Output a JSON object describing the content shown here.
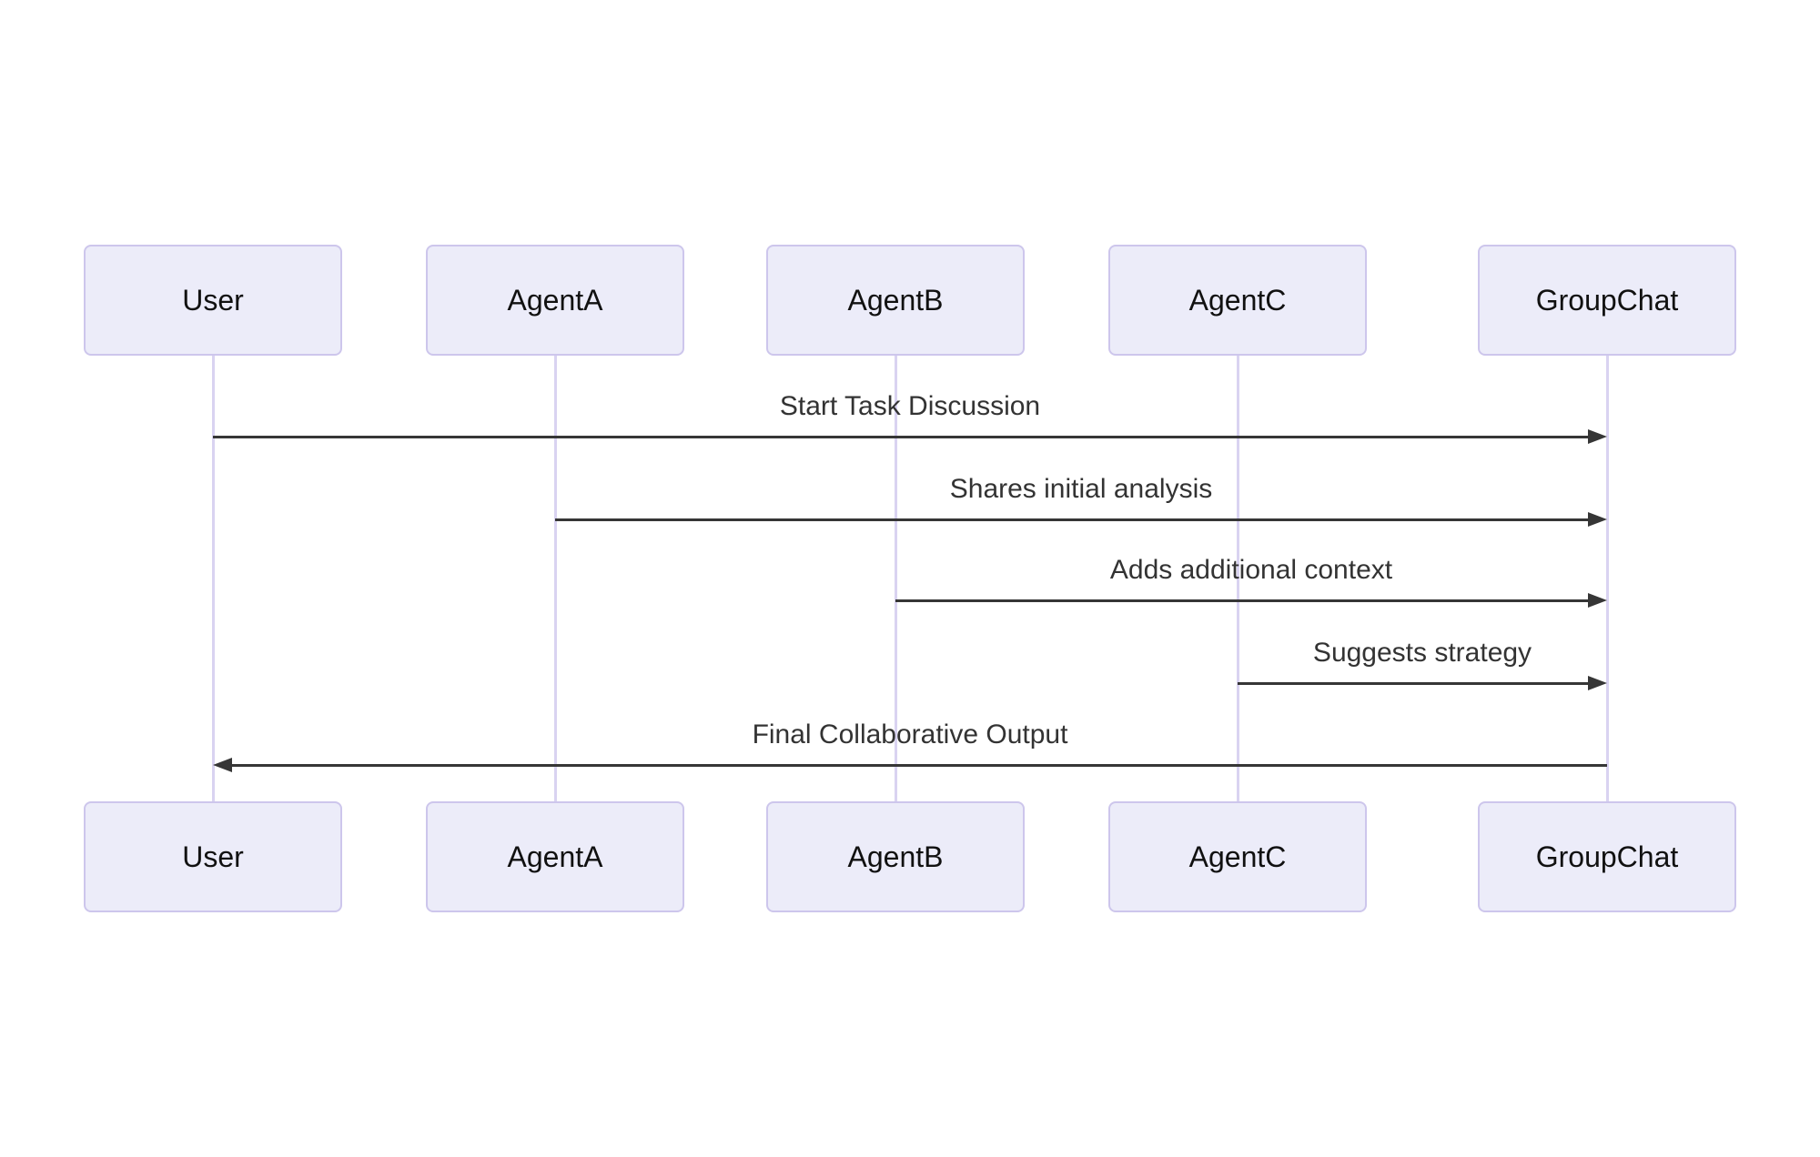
{
  "diagram": {
    "type": "sequence-diagram",
    "colors": {
      "background": "#ffffff",
      "actor_fill": "#ececf9",
      "actor_border": "#cdc6ec",
      "actor_text": "#111111",
      "lifeline": "#d9d3f1",
      "arrow": "#363636",
      "message_text": "#333333"
    },
    "actors": [
      {
        "id": "user",
        "label": "User"
      },
      {
        "id": "agenta",
        "label": "AgentA"
      },
      {
        "id": "agentb",
        "label": "AgentB"
      },
      {
        "id": "agentc",
        "label": "AgentC"
      },
      {
        "id": "groupchat",
        "label": "GroupChat"
      }
    ],
    "messages": [
      {
        "from": "user",
        "to": "groupchat",
        "label": "Start Task Discussion"
      },
      {
        "from": "agenta",
        "to": "groupchat",
        "label": "Shares initial analysis"
      },
      {
        "from": "agentb",
        "to": "groupchat",
        "label": "Adds additional context"
      },
      {
        "from": "agentc",
        "to": "groupchat",
        "label": "Suggests strategy"
      },
      {
        "from": "groupchat",
        "to": "user",
        "label": "Final Collaborative Output"
      }
    ]
  }
}
